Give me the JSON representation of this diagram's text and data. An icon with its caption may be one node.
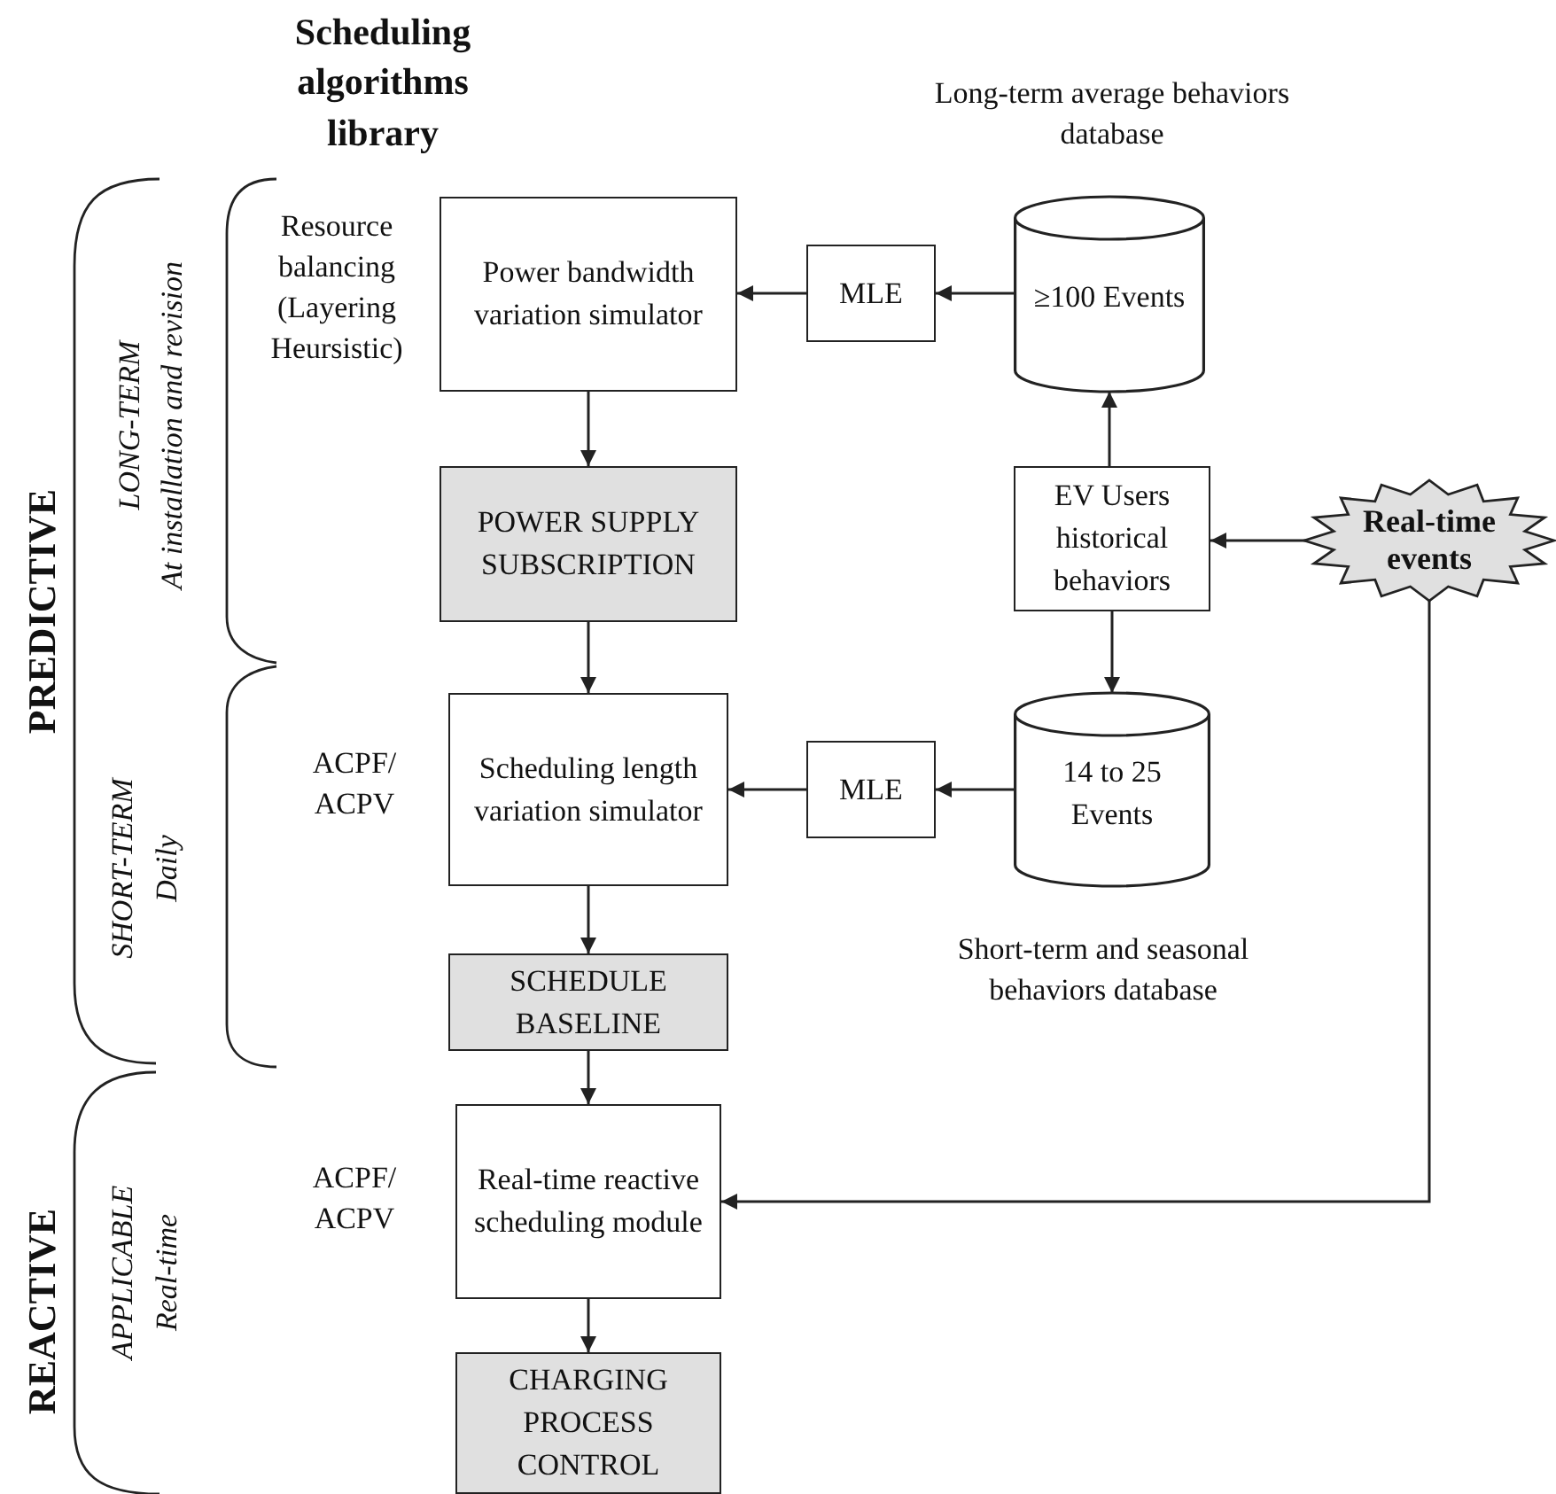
{
  "diagram": {
    "nodes": [
      {
        "text": [
          "Power bandwidth variation simulator"
        ]
      },
      {
        "text": [
          "MLE"
        ]
      },
      {
        "text": [
          "≥100 Events"
        ],
        "beside": [
          "Long-term average behaviors database"
        ]
      },
      {
        "text": [
          "POWER SUPPLY SUBSCRIPTION"
        ]
      },
      {
        "text": [
          "EV Users historical behaviors"
        ]
      },
      {
        "text": [
          "Real-time events"
        ]
      },
      {
        "text": [
          "Scheduling length variation simulator"
        ]
      },
      {
        "text": [
          "MLE"
        ]
      },
      {
        "text": [
          "14 to 25 Events"
        ],
        "beside": [
          "Short-term and seasonal behaviors database"
        ]
      },
      {
        "text": [
          "SCHEDULE BASELINE"
        ]
      },
      {
        "text": [
          "Real-time reactive scheduling module"
        ]
      },
      {
        "text": [
          "CHARGING PROCESS CONTROL"
        ]
      }
    ],
    "edges": [
      {
        "from": 2,
        "to": 1,
        "arrow": "to"
      },
      {
        "from": 1,
        "to": 0,
        "arrow": "to"
      },
      {
        "from": 0,
        "to": 3,
        "arrow": "to"
      },
      {
        "from": 4,
        "to": 2,
        "arrow": "to"
      },
      {
        "from": 5,
        "to": 4,
        "arrow": "to"
      },
      {
        "from": 4,
        "to": 8,
        "arrow": "to"
      },
      {
        "from": 3,
        "to": 6,
        "arrow": "to"
      },
      {
        "from": 8,
        "to": 7,
        "arrow": "to"
      },
      {
        "from": 7,
        "to": 6,
        "arrow": "to"
      },
      {
        "from": 6,
        "to": 9,
        "arrow": "to"
      },
      {
        "from": 9,
        "to": 10,
        "arrow": "to"
      },
      {
        "from": 5,
        "to": 10,
        "arrow": "to"
      },
      {
        "from": 10,
        "to": 11,
        "arrow": "to"
      }
    ],
    "labels": [
      "Scheduling algorithms library",
      "PREDICTIVE",
      "LONG-TERM",
      "At installation and revision",
      "Resource balancing (Layering Heursistic)",
      "SHORT-TERM",
      "Daily",
      "ACPF/ ACPV",
      "REACTIVE",
      "APPLICABLE",
      "Real-time",
      "ACPF/ ACPV"
    ]
  }
}
